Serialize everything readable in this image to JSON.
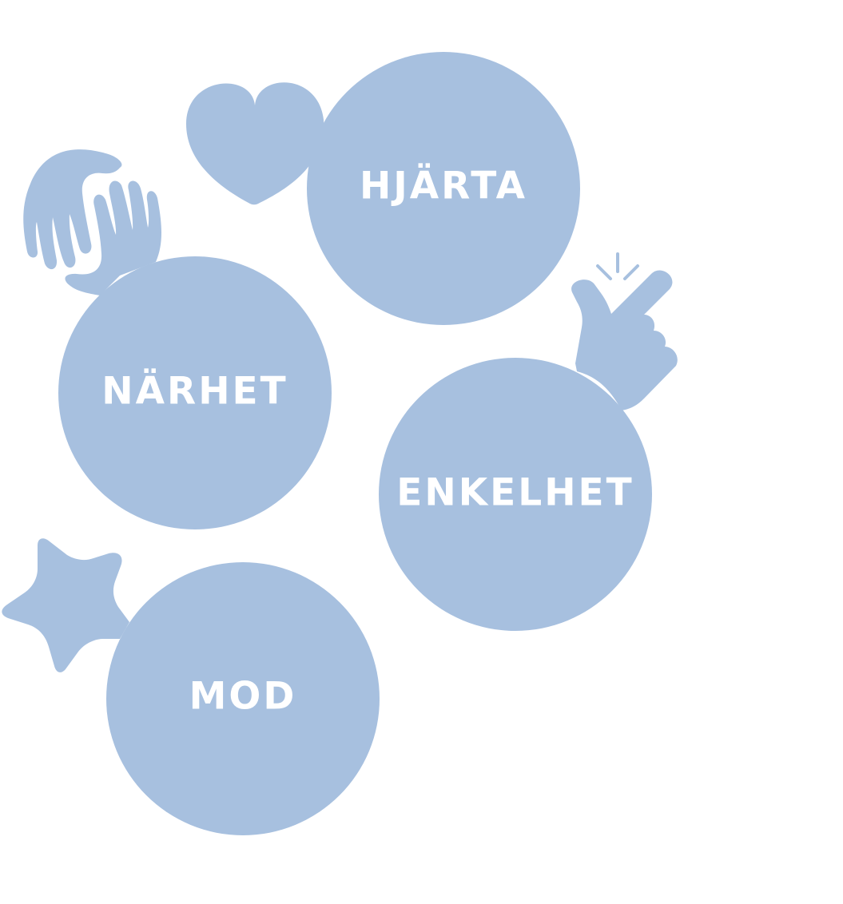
{
  "colors": {
    "shape": "#a7c0df",
    "text": "#ffffff"
  },
  "values": [
    {
      "label": "HJÄRTA",
      "icon": "heart-icon"
    },
    {
      "label": "NÄRHET",
      "icon": "hands-icon"
    },
    {
      "label": "ENKELHET",
      "icon": "pointing-hand-icon"
    },
    {
      "label": "MOD",
      "icon": "star-icon"
    }
  ]
}
